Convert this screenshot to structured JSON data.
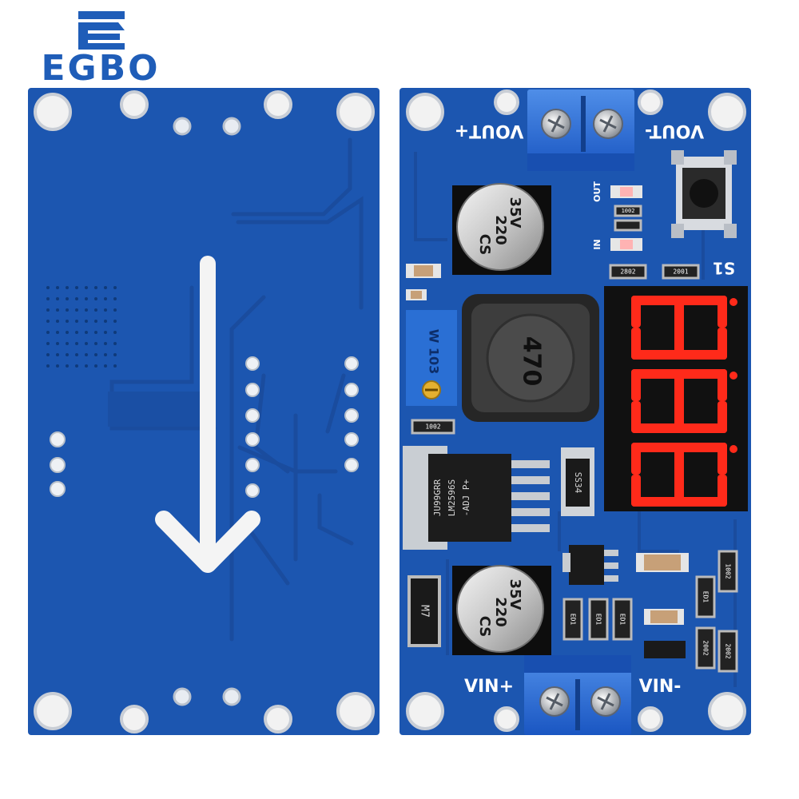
{
  "brand": {
    "logo_text": "EGBO",
    "primary_color": "#1f5db8"
  },
  "board_back": {
    "pcb_color": "#1c56b0"
  },
  "board_front": {
    "pcb_color": "#1c56b0",
    "vout_plus_label": "VOUT+",
    "vout_minus_label": "VOUT-",
    "vin_plus_label": "VIN+",
    "vin_minus_label": "VIN-",
    "switch_label": "S1",
    "out_led_label": "OUT",
    "in_led_label": "IN",
    "potentiometer_label": "W 103",
    "inductor_label": "470",
    "cap_top": {
      "line1": "35V",
      "line2": "220",
      "line3": "CS"
    },
    "cap_bottom": {
      "line1": "35V",
      "line2": "220",
      "line3": "CS"
    },
    "regulator": {
      "line1": "JU99GRR",
      "line2": "LM2596S",
      "line3": "-ADJ P+"
    },
    "diode_label": "SS34",
    "m7_label": "M7",
    "resistor_labels": [
      "2002",
      "1002",
      "2802",
      "2001",
      "1002",
      "ED1",
      "ED1",
      "ED1",
      "ED1",
      "1002",
      "2002"
    ],
    "display": {
      "digits": [
        "8",
        "8",
        "8"
      ],
      "segment_color": "#ff2a1a",
      "background_color": "#111111"
    }
  }
}
